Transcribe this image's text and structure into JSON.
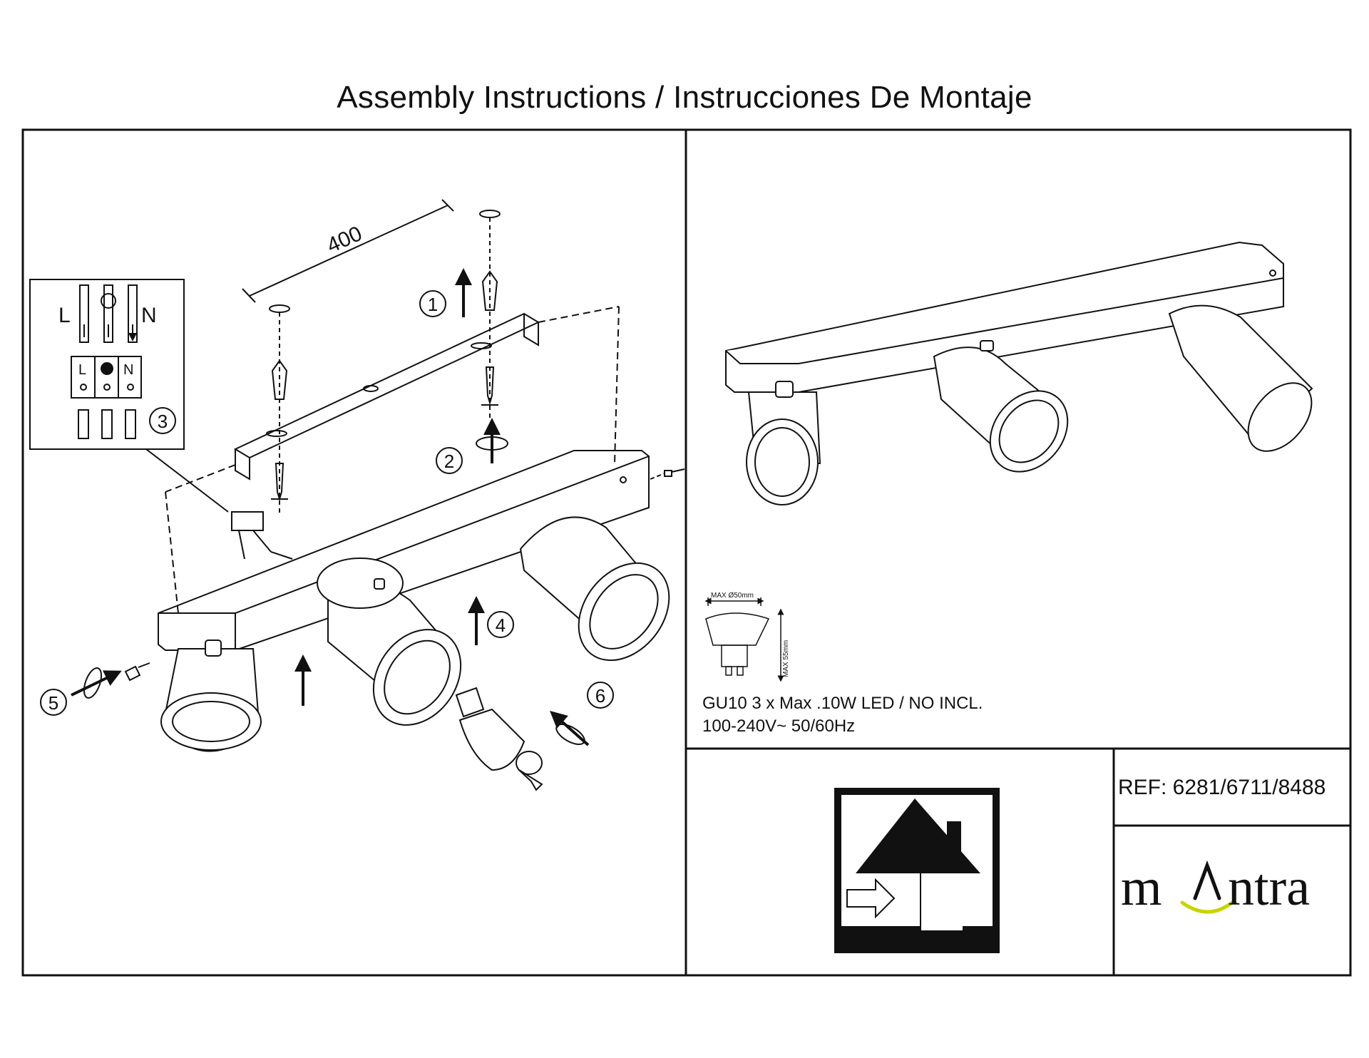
{
  "title": "Assembly Instructions / Instrucciones De Montaje",
  "dimension_label": "400",
  "steps": [
    "1",
    "2",
    "3",
    "4",
    "5",
    "6"
  ],
  "wiring": {
    "live": "L",
    "neutral": "N"
  },
  "bulb_spec": {
    "max_diameter": "MAX Ø50mm",
    "max_height": "MAX 55mm"
  },
  "spec_line_1": "GU10 3 x Max .10W LED / NO INCL.",
  "spec_line_2": "100-240V~ 50/60Hz",
  "ref": "REF: 6281/6711/8488",
  "brand": {
    "part1": "m",
    "part2": "ntra",
    "smile_color": "#c8d400"
  },
  "icons": [
    "indoor-use-house-icon",
    "rotate-arrow-icon",
    "up-arrow-icon"
  ]
}
